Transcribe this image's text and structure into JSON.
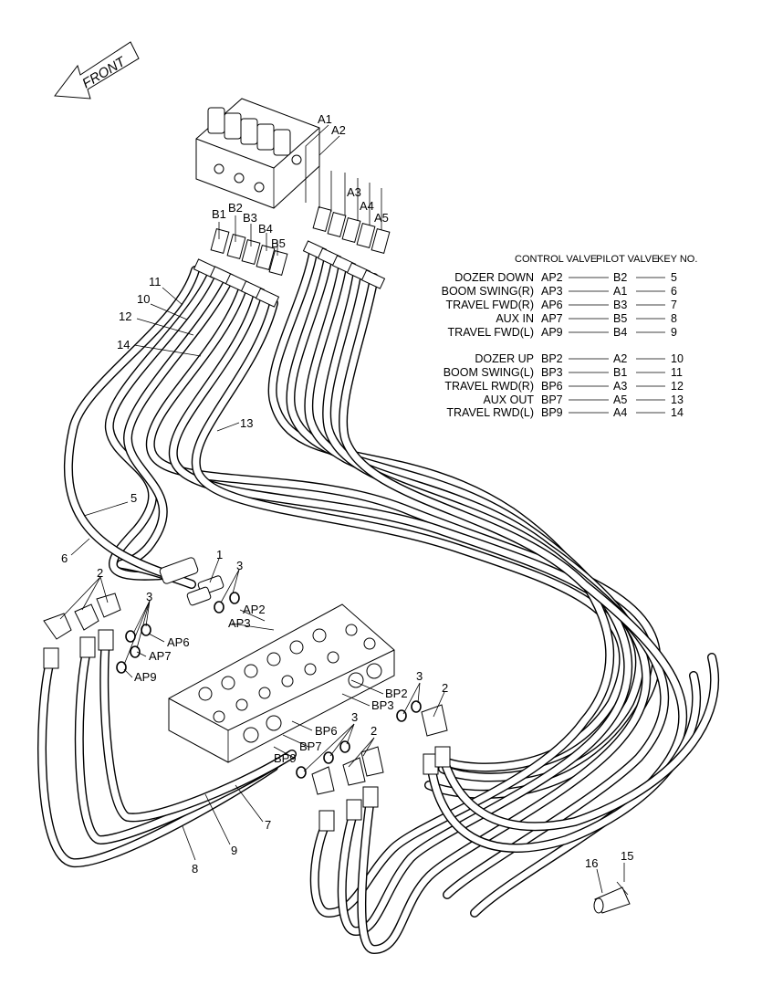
{
  "front_label": "FRONT",
  "table": {
    "headers": {
      "control_valve": "CONTROL VALVE",
      "pilot_valve": "PILOT VALVE",
      "key_no": "KEY NO."
    },
    "rows": [
      {
        "name": "DOZER DOWN",
        "control": "AP2",
        "pilot": "B2",
        "key": "5"
      },
      {
        "name": "BOOM SWING(R)",
        "control": "AP3",
        "pilot": "A1",
        "key": "6"
      },
      {
        "name": "TRAVEL FWD(R)",
        "control": "AP6",
        "pilot": "B3",
        "key": "7"
      },
      {
        "name": "AUX IN",
        "control": "AP7",
        "pilot": "B5",
        "key": "8"
      },
      {
        "name": "TRAVEL FWD(L)",
        "control": "AP9",
        "pilot": "B4",
        "key": "9"
      },
      {
        "name": "DOZER UP",
        "control": "BP2",
        "pilot": "A2",
        "key": "10"
      },
      {
        "name": "BOOM SWING(L)",
        "control": "BP3",
        "pilot": "B1",
        "key": "11"
      },
      {
        "name": "TRAVEL RWD(R)",
        "control": "BP6",
        "pilot": "A3",
        "key": "12"
      },
      {
        "name": "AUX OUT",
        "control": "BP7",
        "pilot": "A5",
        "key": "13"
      },
      {
        "name": "TRAVEL RWD(L)",
        "control": "BP9",
        "pilot": "A4",
        "key": "14"
      }
    ]
  },
  "callouts": {
    "A1": "A1",
    "A2": "A2",
    "A3": "A3",
    "A4": "A4",
    "A5": "A5",
    "B1": "B1",
    "B2": "B2",
    "B3": "B3",
    "B4": "B4",
    "B5": "B5",
    "AP2": "AP2",
    "AP3": "AP3",
    "AP6": "AP6",
    "AP7": "AP7",
    "AP9": "AP9",
    "BP2": "BP2",
    "BP3": "BP3",
    "BP6": "BP6",
    "BP7": "BP7",
    "BP9": "BP9",
    "k1": "1",
    "k2a": "2",
    "k2b": "2",
    "k2c": "2",
    "k3a": "3",
    "k3b": "3",
    "k3c": "3",
    "k3d": "3",
    "k5": "5",
    "k6": "6",
    "k7": "7",
    "k8": "8",
    "k9": "9",
    "k10": "10",
    "k11": "11",
    "k12": "12",
    "k13": "13",
    "k14": "14",
    "k15": "15",
    "k16": "16"
  }
}
